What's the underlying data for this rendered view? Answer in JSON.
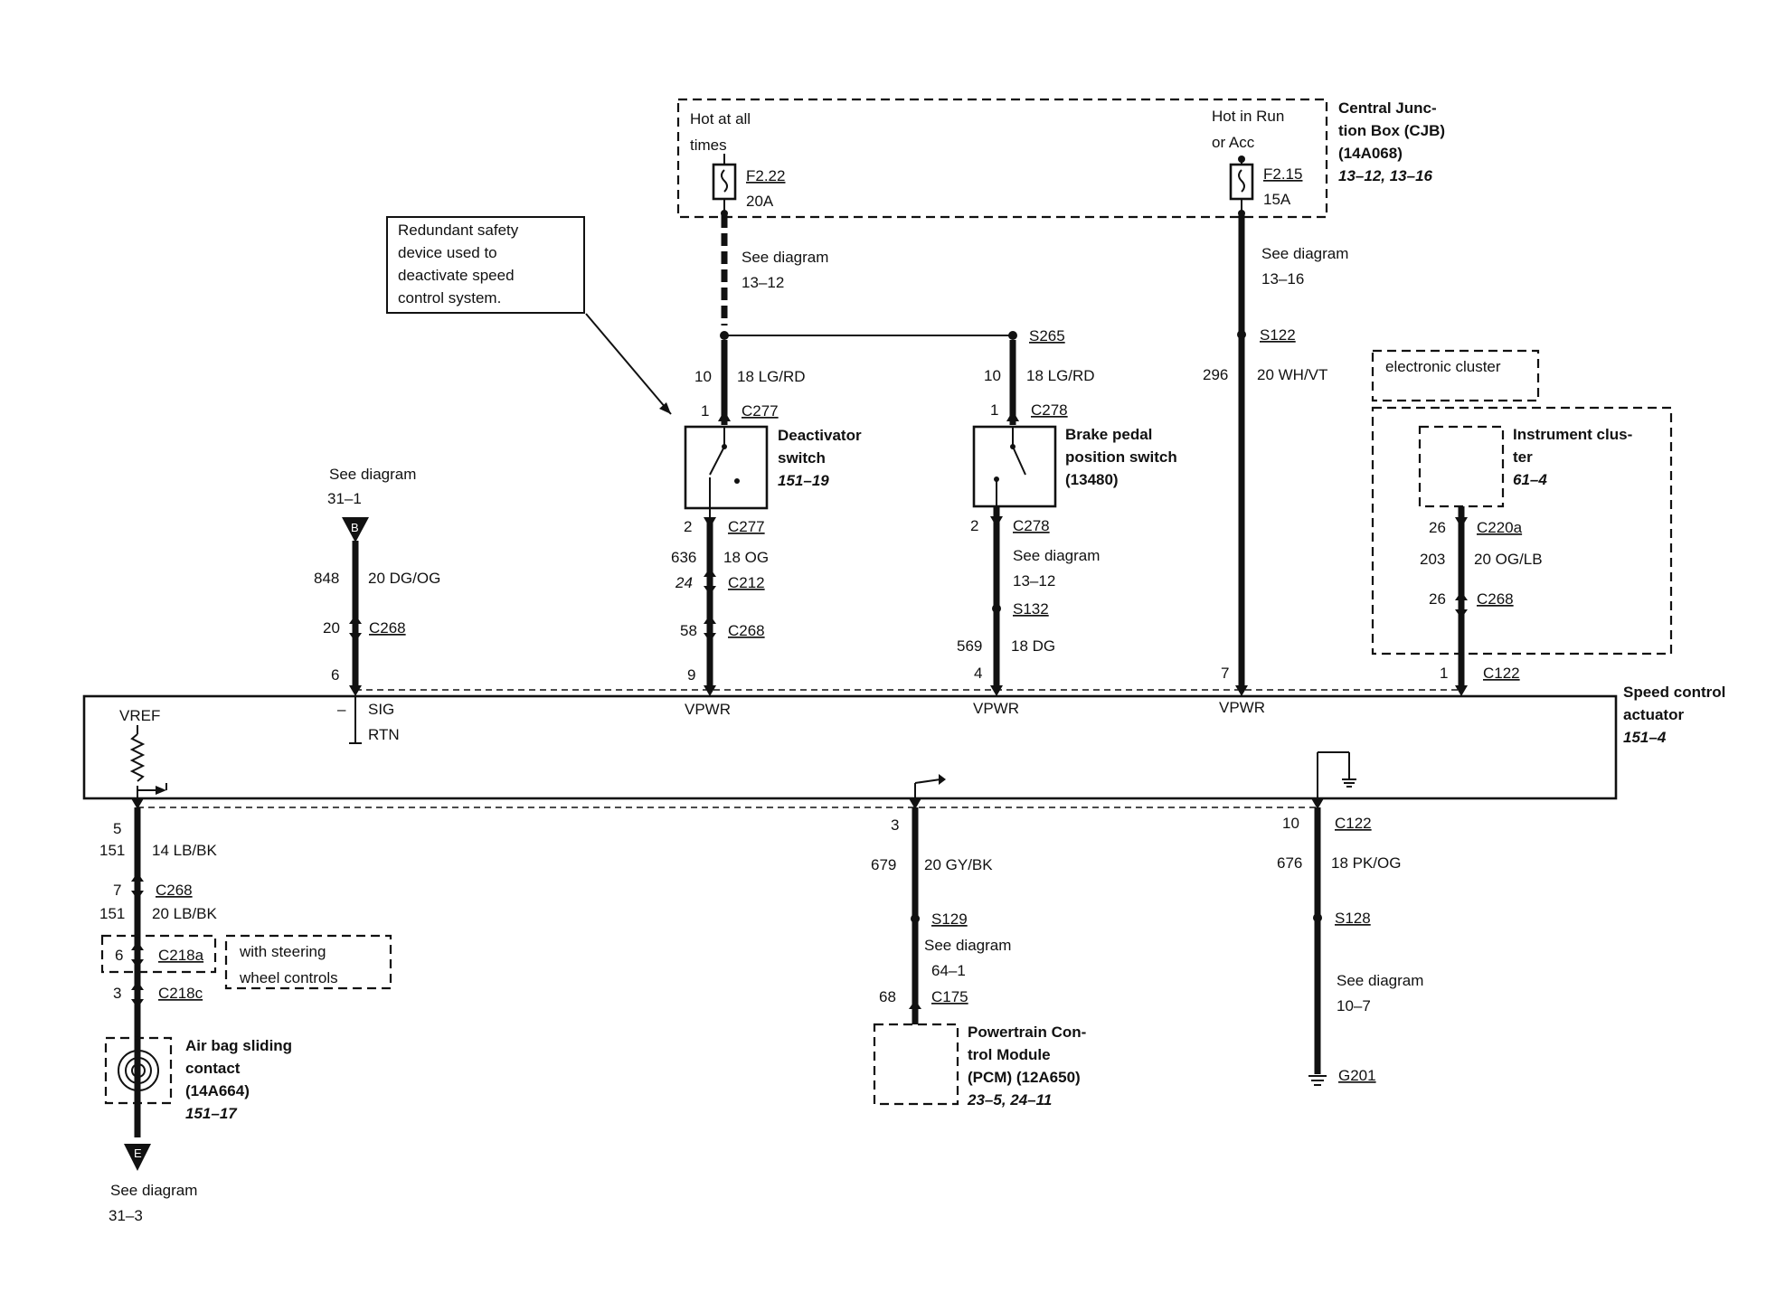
{
  "cjb": {
    "hot_all_1": "Hot at all",
    "hot_all_2": "times",
    "hot_run_1": "Hot in Run",
    "hot_run_2": "or Acc",
    "fuse_a_id": "F2.22",
    "fuse_a_rating": "20A",
    "fuse_b_id": "F2.15",
    "fuse_b_rating": "15A",
    "title_1": "Central Junc-",
    "title_2": "tion Box (CJB)",
    "title_3": "(14A068)",
    "ref": "13–12, 13–16"
  },
  "note": {
    "line1": "Redundant safety",
    "line2": "device used to",
    "line3": "deactivate speed",
    "line4": "control system."
  },
  "upper_left": {
    "see_a": "See diagram",
    "see_a_ref": "13–12",
    "see_b": "See diagram",
    "see_b_ref": "13–16",
    "s265": "S265",
    "s122": "S122"
  },
  "deactivator": {
    "pin_top_circ": "10",
    "wire_top": "18 LG/RD",
    "pin_top": "1",
    "conn_top": "C277",
    "name_1": "Deactivator",
    "name_2": "switch",
    "ref": "151–19",
    "pin_bot": "2",
    "conn_bot": "C277",
    "circ_bot": "636",
    "wire_bot": "18 OG",
    "pin_c212": "24",
    "conn_c212": "C212",
    "pin_c268": "58",
    "conn_c268": "C268",
    "pin_act": "9"
  },
  "brake": {
    "pin_top_circ": "10",
    "wire_top": "18 LG/RD",
    "pin_top": "1",
    "conn_top": "C278",
    "name_1": "Brake pedal",
    "name_2": "position switch",
    "name_3": "(13480)",
    "pin_bot": "2",
    "conn_bot": "C278",
    "see": "See diagram",
    "see_ref": "13–12",
    "s132": "S132",
    "circ_bot": "569",
    "wire_bot": "18 DG",
    "pin_act": "4"
  },
  "wh_circuit": {
    "circ": "296",
    "wire": "20 WH/VT",
    "pin_act": "7"
  },
  "cluster": {
    "elec": "electronic cluster",
    "name_1": "Instrument clus-",
    "name_2": "ter",
    "ref": "61–4",
    "pin_c220a": "26",
    "conn_c220a": "C220a",
    "circ": "203",
    "wire": "20 OG/LB",
    "pin_c268": "26",
    "conn_c268": "C268",
    "pin_act": "1",
    "conn_act": "C122"
  },
  "left_b": {
    "see": "See diagram",
    "see_ref": "31–1",
    "letter": "B",
    "circ": "848",
    "wire": "20 DG/OG",
    "pin_c268": "20",
    "conn_c268": "C268",
    "pin_act": "6"
  },
  "actuator": {
    "vref": "VREF",
    "minus": "–",
    "sig": "SIG",
    "rtn": "RTN",
    "vpwr1": "VPWR",
    "vpwr2": "VPWR",
    "vpwr3": "VPWR",
    "name_1": "Speed control",
    "name_2": "actuator",
    "ref": "151–4"
  },
  "lower_left": {
    "pin5": "5",
    "circ1": "151",
    "wire1": "14 LB/BK",
    "pin7": "7",
    "conn_c268": "C268",
    "circ2": "151",
    "wire2": "20 LB/BK",
    "pin6": "6",
    "conn_c218a": "C218a",
    "steer_1": "with steering",
    "steer_2": "wheel controls",
    "pin3": "3",
    "conn_c218c": "C218c",
    "airbag_1": "Air bag sliding",
    "airbag_2": "contact",
    "airbag_3": "(14A664)",
    "airbag_ref": "151–17",
    "letter": "E",
    "see": "See diagram",
    "see_ref": "31–3"
  },
  "pcm": {
    "pin3": "3",
    "circ": "679",
    "wire": "20 GY/BK",
    "s129": "S129",
    "see": "See diagram",
    "see_ref": "64–1",
    "pin68": "68",
    "conn_c175": "C175",
    "name_1": "Powertrain Con-",
    "name_2": "trol Module",
    "name_3": "(PCM) (12A650)",
    "ref": "23–5, 24–11"
  },
  "ground": {
    "pin10": "10",
    "conn_c122": "C122",
    "circ": "676",
    "wire": "18 PK/OG",
    "s128": "S128",
    "see": "See diagram",
    "see_ref": "10–7",
    "g201": "G201"
  }
}
